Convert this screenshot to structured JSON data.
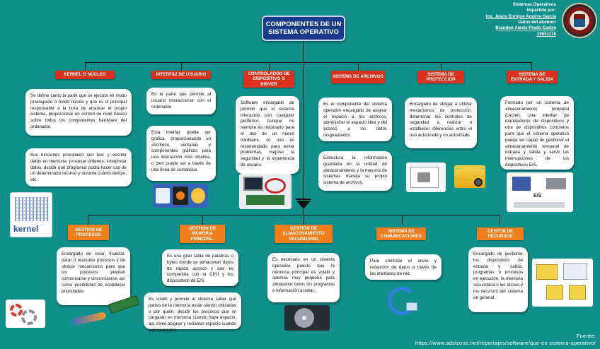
{
  "header": {
    "title": "COMPONENTES DE UN SISTEMA OPERATIVO",
    "credits": {
      "course": "Sistemas Operativos",
      "taught_by_label": "Impartida por:",
      "teacher": "Ing. Jesús Enrique Aguirre García",
      "student_label": "Datos del alumno:",
      "student": "Brandon Alexis Prado Castro",
      "student_id": "19051178"
    }
  },
  "top_categories": [
    {
      "label": "KERNEL O NÚCLEO"
    },
    {
      "label": "INTERFAZ DE USUARIO"
    },
    {
      "label": "CONTROLADOR DE DISPOSITIVO O DRIVER"
    },
    {
      "label": "SISTEMA DE ARCHIVOS"
    },
    {
      "label": "SISTEMA DE PROTECCIÓN"
    },
    {
      "label": "SISTEMA DE ENTRADA Y SALIDA"
    }
  ],
  "bottom_categories": [
    {
      "label": "GESTIÓN DE PROCESOS"
    },
    {
      "label": "GESTIÓN DE MEMORIA PRINCIPAL"
    },
    {
      "label": "GESTIÓN DE ALMACENAMIENTO SECUNDARIO"
    },
    {
      "label": "SISTEMA DE COMUNICACIONES"
    },
    {
      "label": "GESTOR DE RECURSOS"
    }
  ],
  "texts": {
    "kernel_1": "Se define como la parte que se ejecuta en modo privilegiado o modo núcleo y que es el principal responsable a la hora de arrancar el propio sistema, proporcionar un control de nivel básico sobre todos los componentes hardware del ordenador.",
    "kernel_2": "Sus funciones principales son leer y escribir datos en memoria, procesar órdenes, interpretar datos, decidir qué programar podrá hacer uso de un determinado recurso y durante cuánto tiempo, etc.",
    "interfaz_1": "Es la parte que permite al usuario interaccionar con el ordenador.",
    "interfaz_2": "Esta interfaz puede ser gráfica, proporcionando un escritorio, ventanas y componentes gráficos para una interacción más intuitiva, o bien puede ser a través de una línea de comandos.",
    "driver_1": "Software encargado de permitir que el sistema interactúe con cualquier periférico. Aunque no siempre es necesario para el uso de un nuevo hardware, su uso es recomendado para evitar problemas, mejorar la seguridad y la experiencia de usuario.",
    "archivos_1": "Es el componente del sistema operativo encargado de asignar el espacio a los archivos, administrar el espacio libre y del acceso a los datos resguardados.",
    "archivos_2": "Estructura la información guardada en la unidad de almacenamiento y la mayoría de sistemas maneja su propio sistema de archivos.",
    "proteccion_1": "Encargado de obligar a utilizar mecanismos de protección, determinar los controles de seguridad a realizar o establecer diferencias entre el uso autorizado y no autorizado.",
    "entrada_1": "Formado por un sistema de almacenamiento temporal (caché), una interfaz de manejadores de dispositivos y otra de dispositivos concretos para que el sistema operativo pueda ser capaz de gestionar el almacenamiento temporal de entrada y salida y servir las interrupciones de los dispositivos E/S.",
    "procesos_1": "Encargado de crear, finalizar, parar o reanudar procesos y de ofrecer mecanismos para que los procesos puedan comunicarse y sincronizarse, así como posibilidad de establecer prioridades",
    "memoria_1": "Es una gran tabla de palabras o bytes donde se almacenan datos de rápido acceso y que es compartida con la CPU y los dispositivos de E/S.",
    "memoria_2": "Es volátil y permite al sistema saber qué partes de la memoria están siendo utilizadas o por quién, decidir los procesos que se cargarán en memoria cuando haya espacio, así como asignar y reclamar espacio cuando sea necesario.",
    "almacenamiento_1": "Es necesario en un sistema operativo puesto que la memoria principal es volátil y además muy pequeña para almacenar todos los programas e información a tratar.",
    "comunicaciones_1": "Para controlar el envío y recepción de datos a través de las interfaces de red.",
    "recursos_1": "Encargado de gestionar los dispositivos de entrada y salida, programas o procesos en ejecución, la memoria secundaria o los discos y los recursos del sistema en general."
  },
  "images": {
    "kernel_logo_text": "kernel",
    "es_label": "E/S"
  },
  "footer": {
    "label": "Fuente:",
    "url": "https://www.adslzone.net/reportajes/software/que-es-sistema-operativo/"
  },
  "colors": {
    "background": "#118f8b",
    "title_box": "#1a3c8d",
    "category_red": "#d9331f",
    "category_orange": "#ef7e1d"
  }
}
